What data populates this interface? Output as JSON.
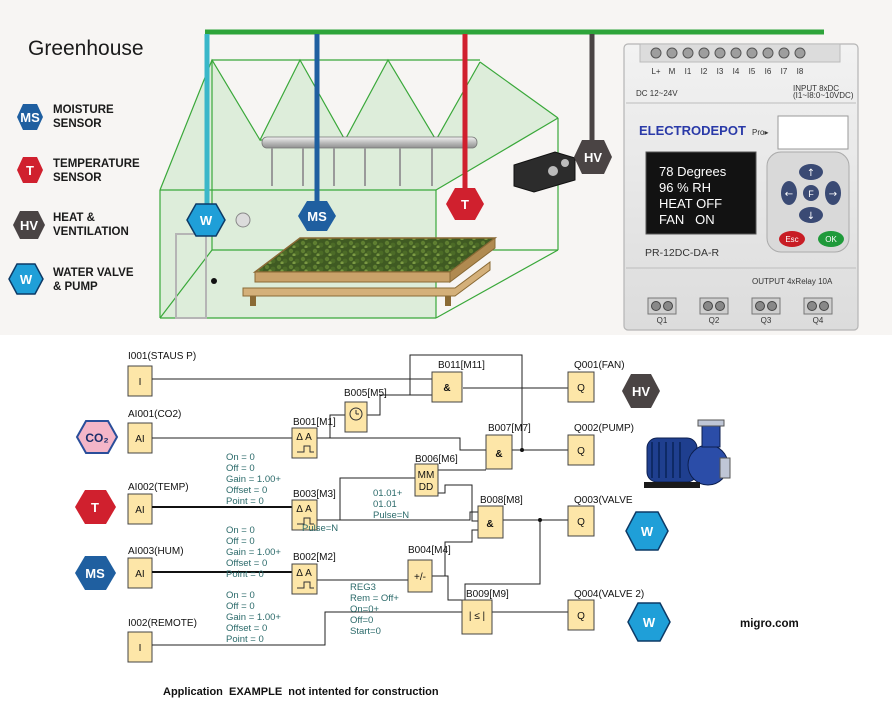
{
  "title": "Greenhouse",
  "legend": [
    {
      "code": "MS",
      "label_1": "MOISTURE",
      "label_2": "SENSOR",
      "color": "#1f5fa0"
    },
    {
      "code": "T",
      "label_1": "TEMPERATURE",
      "label_2": "SENSOR",
      "color": "#d0202e"
    },
    {
      "code": "HV",
      "label_1": "HEAT &",
      "label_2": "VENTILATION",
      "color": "#4a4444"
    },
    {
      "code": "W",
      "label_1": "WATER VALVE",
      "label_2": "& PUMP",
      "color": "#1f9fd8"
    }
  ],
  "plc": {
    "top_terminals": [
      "L+",
      "M",
      "I1",
      "I2",
      "I3",
      "I4",
      "I5",
      "I6",
      "I7",
      "I8"
    ],
    "supply": "DC 12~24V",
    "input_spec_1": "INPUT 8xDC",
    "input_spec_2": "(I1~I8:0~10VDC)",
    "brand": "ELECTRODEPOT",
    "brand_suffix": "Pro▸",
    "lcd_lines": [
      "78 Degrees",
      "96 % RH",
      "HEAT OFF",
      "FAN   ON"
    ],
    "model": "PR-12DC-DA-R",
    "output": "OUTPUT  4xRelay 10A",
    "key_esc": "Esc",
    "key_ok": "OK",
    "key_f": "F",
    "bottom_terminals": [
      "Q1",
      "Q2",
      "Q3",
      "Q4"
    ],
    "colors": {
      "lcd": "#121212",
      "esc": "#c81d25",
      "ok": "#1f9a3a",
      "body": "#e9e9e9"
    }
  },
  "ladder": {
    "inputs": [
      {
        "label": "I001(STAUS P)",
        "sym": "I"
      },
      {
        "label": "AI001(CO2)",
        "sym": "AI"
      },
      {
        "label": "AI002(TEMP)",
        "sym": "AI"
      },
      {
        "label": "AI003(HUM)",
        "sym": "AI"
      },
      {
        "label": "I002(REMOTE)",
        "sym": "I"
      }
    ],
    "outputs": [
      {
        "label": "Q001(FAN)",
        "sym": "Q",
        "icon": "HV"
      },
      {
        "label": "Q002(PUMP)",
        "sym": "Q",
        "icon": ""
      },
      {
        "label": "Q003(VALVE",
        "sym": "Q",
        "icon": "W"
      },
      {
        "label": "Q004(VALVE 2)",
        "sym": "Q",
        "icon": "W"
      }
    ],
    "blocks": {
      "b011": {
        "label": "B011[M11]",
        "sym": "&"
      },
      "b005": {
        "label": "B005[M5]"
      },
      "b001": {
        "label": "B001[M1]",
        "sym": "Δ A"
      },
      "b007": {
        "label": "B007[M7]",
        "sym": "&"
      },
      "b006": {
        "label": "B006[M6]",
        "sym_1": "MM",
        "sym_2": "DD"
      },
      "b003": {
        "label": "B003[M3]",
        "sym": "Δ A"
      },
      "b008": {
        "label": "B008[M8]",
        "sym": "&"
      },
      "b002": {
        "label": "B002[M2]",
        "sym": "Δ A"
      },
      "b004": {
        "label": "B004[M4]",
        "sym": "+/-"
      },
      "b009": {
        "label": "B009[M9]",
        "sym": "| ≤ |"
      }
    },
    "params_1": [
      "On = 0",
      "Off = 0",
      "Gain = 1.00+",
      "Offset = 0",
      "Point = 0"
    ],
    "params_2": [
      "On = 0",
      "Off = 0",
      "Gain = 1.00+",
      "Offset = 0",
      "Point = 0"
    ],
    "params_3": [
      "On = 0",
      "Off = 0",
      "Gain = 1.00+",
      "Offset = 0",
      "Point = 0"
    ],
    "pulse_1": "Pulse=N",
    "b006_params": [
      "01.01+",
      "01.01",
      "Pulse=N"
    ],
    "b009_params": [
      "REG3",
      "Rem = Off+",
      "On=0+",
      "Off=0",
      "Start=0"
    ],
    "sensor_icons": {
      "co2": "CO₂",
      "temp": "T",
      "hum": "MS"
    }
  },
  "credit": "migro.com",
  "footer": "Application  EXAMPLE  not intented for construction"
}
